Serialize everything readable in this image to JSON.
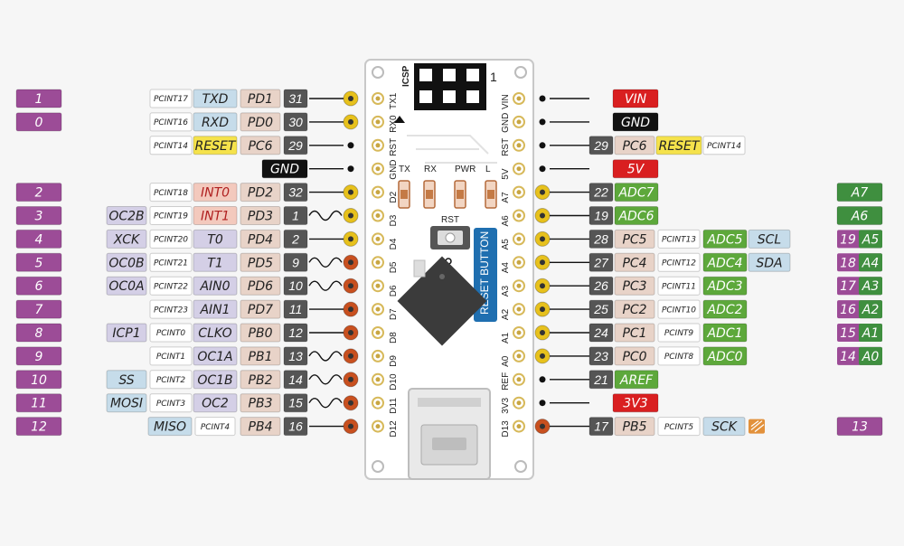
{
  "colors": {
    "arduino": "#9c4c97",
    "pcint": "#ffffff",
    "special": "#c6dcea",
    "ext_int": "#f3c9bd",
    "misc": "#d4cfe6",
    "port": "#e8d3c8",
    "phys": "#555555",
    "reset": "#f5e24b",
    "power": "#d91f20",
    "ground": "#111111",
    "analog": "#3f8f3f",
    "adc": "#5da83b",
    "dot_yellow": "#e7c11c",
    "dot_orange": "#c8501f"
  },
  "board": {
    "icsp_label": "ICSP",
    "icsp_pin1": "1",
    "leds": [
      "TX",
      "RX",
      "PWR",
      "L"
    ],
    "rst_label": "RST",
    "reset_button_label": "RESET BUTTON",
    "left_pin_labels": [
      "TX1",
      "RX0",
      "RST",
      "GND",
      "D2",
      "D3",
      "D4",
      "D5",
      "D6",
      "D7",
      "D8",
      "D9",
      "D10",
      "D11",
      "D12"
    ],
    "right_pin_labels": [
      "VIN",
      "GND",
      "RST",
      "5V",
      "A7",
      "A6",
      "A5",
      "A4",
      "A3",
      "A2",
      "A1",
      "A0",
      "REF",
      "3V3",
      "D13"
    ]
  },
  "left_rows": [
    {
      "arduino": "1",
      "pcint": "PCINT17",
      "alt": "TXD",
      "alt_type": "special",
      "port": "PD1",
      "phys": "31",
      "dot": "yellow"
    },
    {
      "arduino": "0",
      "pcint": "PCINT16",
      "alt": "RXD",
      "alt_type": "special",
      "port": "PD0",
      "phys": "30",
      "dot": "yellow"
    },
    {
      "pcint": "PCINT14",
      "alt": "RESET",
      "alt_type": "reset",
      "port": "PC6",
      "phys": "29",
      "dot": "black"
    },
    {
      "alt": "GND",
      "alt_type": "ground",
      "dot": "black"
    },
    {
      "arduino": "2",
      "pcint": "PCINT18",
      "alt": "INT0",
      "alt_type": "ext_int",
      "port": "PD2",
      "phys": "32",
      "dot": "yellow"
    },
    {
      "arduino": "3",
      "extra": "OC2B",
      "extra_type": "misc",
      "pcint": "PCINT19",
      "alt": "INT1",
      "alt_type": "ext_int",
      "port": "PD3",
      "phys": "1",
      "dot": "yellow",
      "pwm": true
    },
    {
      "arduino": "4",
      "extra": "XCK",
      "extra_type": "misc",
      "pcint": "PCINT20",
      "alt": "T0",
      "alt_type": "misc",
      "port": "PD4",
      "phys": "2",
      "dot": "yellow"
    },
    {
      "arduino": "5",
      "extra": "OC0B",
      "extra_type": "misc",
      "pcint": "PCINT21",
      "alt": "T1",
      "alt_type": "misc",
      "port": "PD5",
      "phys": "9",
      "dot": "orange",
      "pwm": true
    },
    {
      "arduino": "6",
      "extra": "OC0A",
      "extra_type": "misc",
      "pcint": "PCINT22",
      "alt": "AIN0",
      "alt_type": "misc",
      "port": "PD6",
      "phys": "10",
      "dot": "orange",
      "pwm": true
    },
    {
      "arduino": "7",
      "pcint": "PCINT23",
      "alt": "AIN1",
      "alt_type": "misc",
      "port": "PD7",
      "phys": "11",
      "dot": "orange"
    },
    {
      "arduino": "8",
      "extra": "ICP1",
      "extra_type": "misc",
      "pcint": "PCINT0",
      "alt": "CLKO",
      "alt_type": "misc",
      "port": "PB0",
      "phys": "12",
      "dot": "orange"
    },
    {
      "arduino": "9",
      "pcint": "PCINT1",
      "alt": "OC1A",
      "alt_type": "misc",
      "port": "PB1",
      "phys": "13",
      "dot": "orange",
      "pwm": true
    },
    {
      "arduino": "10",
      "extra": "SS",
      "extra_type": "special",
      "pcint": "PCINT2",
      "alt": "OC1B",
      "alt_type": "misc",
      "port": "PB2",
      "phys": "14",
      "dot": "orange",
      "pwm": true
    },
    {
      "arduino": "11",
      "extra": "MOSI",
      "extra_type": "special",
      "pcint": "PCINT3",
      "alt": "OC2",
      "alt_type": "misc",
      "port": "PB3",
      "phys": "15",
      "dot": "orange",
      "pwm": true
    },
    {
      "arduino": "12",
      "alt": "MISO",
      "alt_type": "special",
      "pcint": "PCINT4",
      "port": "PB4",
      "phys": "16",
      "dot": "orange"
    }
  ],
  "right_rows": [
    {
      "dot": "black",
      "power": "VIN",
      "power_type": "power"
    },
    {
      "dot": "black",
      "power": "GND",
      "power_type": "ground"
    },
    {
      "dot": "black",
      "phys": "29",
      "port": "PC6",
      "alt": "RESET",
      "alt_type": "reset",
      "pcint": "PCINT14"
    },
    {
      "dot": "black",
      "power": "5V",
      "power_type": "power"
    },
    {
      "dot": "yellow",
      "phys": "22",
      "adc": "ADC7",
      "analog": "A7"
    },
    {
      "dot": "yellow",
      "phys": "19",
      "adc": "ADC6",
      "analog": "A6"
    },
    {
      "dot": "yellow",
      "phys": "28",
      "port": "PC5",
      "pcint": "PCINT13",
      "adc": "ADC5",
      "extra": "SCL",
      "analog_num": "19",
      "analog": "A5"
    },
    {
      "dot": "yellow",
      "phys": "27",
      "port": "PC4",
      "pcint": "PCINT12",
      "adc": "ADC4",
      "extra": "SDA",
      "analog_num": "18",
      "analog": "A4"
    },
    {
      "dot": "yellow",
      "phys": "26",
      "port": "PC3",
      "pcint": "PCINT11",
      "adc": "ADC3",
      "analog_num": "17",
      "analog": "A3"
    },
    {
      "dot": "yellow",
      "phys": "25",
      "port": "PC2",
      "pcint": "PCINT10",
      "adc": "ADC2",
      "analog_num": "16",
      "analog": "A2"
    },
    {
      "dot": "yellow",
      "phys": "24",
      "port": "PC1",
      "pcint": "PCINT9",
      "adc": "ADC1",
      "analog_num": "15",
      "analog": "A1"
    },
    {
      "dot": "yellow",
      "phys": "23",
      "port": "PC0",
      "pcint": "PCINT8",
      "adc": "ADC0",
      "analog_num": "14",
      "analog": "A0"
    },
    {
      "dot": "black",
      "phys": "21",
      "adc": "AREF"
    },
    {
      "dot": "black",
      "power": "3V3",
      "power_type": "power"
    },
    {
      "dot": "orange",
      "phys": "17",
      "port": "PB5",
      "pcint": "PCINT5",
      "extra": "SCK",
      "extra_type": "special",
      "clock": true,
      "arduino": "13"
    }
  ]
}
